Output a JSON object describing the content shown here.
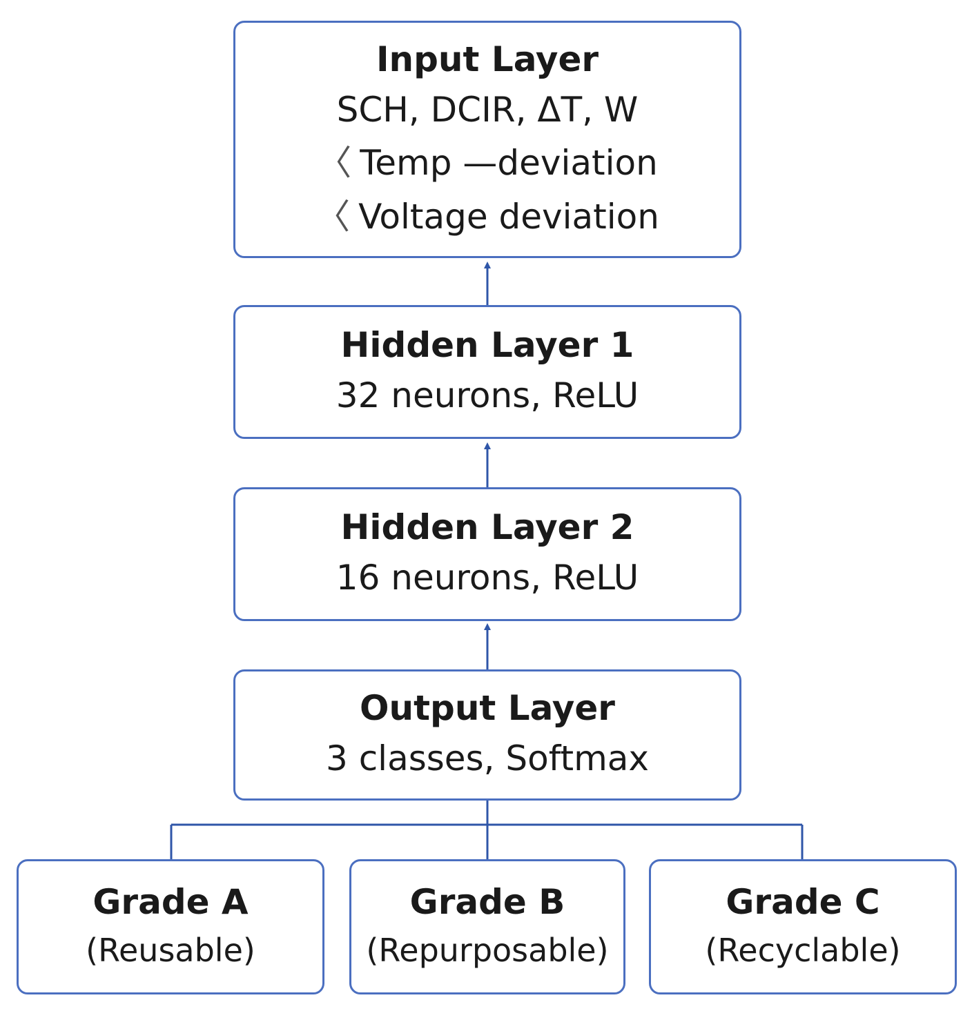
{
  "accent_color": "#2f56a8",
  "input_layer": {
    "title": "Input Layer",
    "features": "SCH, DCIR, ΔT, W",
    "items": [
      {
        "bullet": "〈",
        "text": "Temp —deviation"
      },
      {
        "bullet": "〈",
        "text": "Voltage deviation"
      }
    ]
  },
  "hidden_layer_1": {
    "title": "Hidden Layer 1",
    "detail": "32 neurons, ReLU"
  },
  "hidden_layer_2": {
    "title": "Hidden Layer 2",
    "detail": "16 neurons, ReLU"
  },
  "output_layer": {
    "title": "Output Layer",
    "detail": "3 classes, Softmax"
  },
  "grades": [
    {
      "title": "Grade A",
      "label": "(Reusable)"
    },
    {
      "title": "Grade B",
      "label": "(Repurposable)"
    },
    {
      "title": "Grade C",
      "label": "(Recyclable)"
    }
  ]
}
